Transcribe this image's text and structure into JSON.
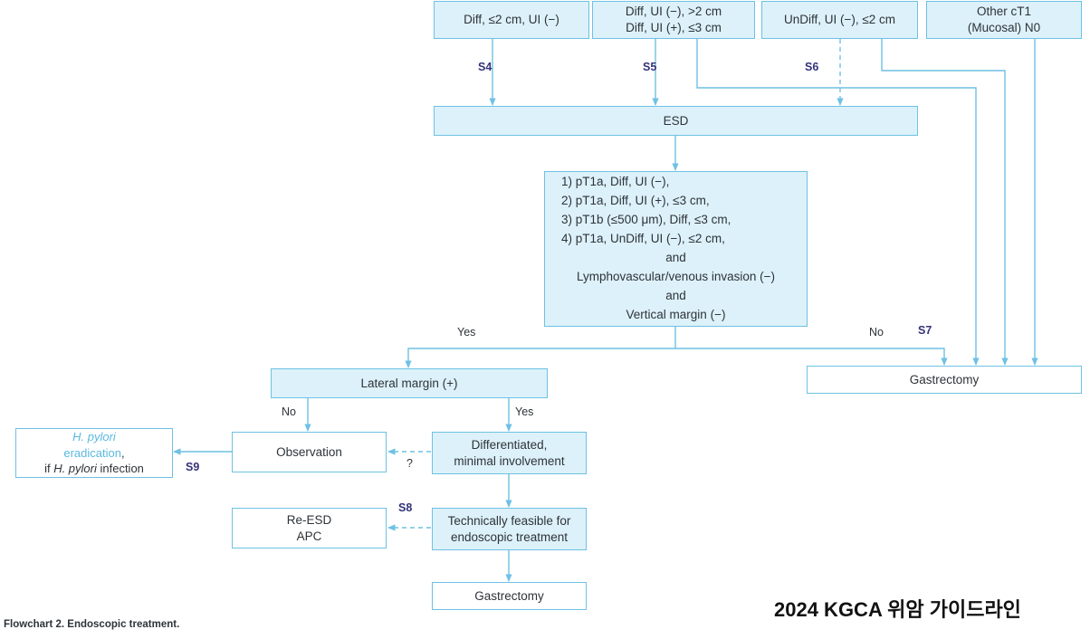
{
  "diagram": {
    "caption": "Flowchart 2. Endoscopic treatment.",
    "brand": "2024 KGCA 위암 가이드라인",
    "colors": {
      "node_fill": "#ddf1fa",
      "node_border": "#6ec1e4",
      "connector": "#6ec1e4",
      "s_label": "#33337a",
      "hpylori_accent": "#5bb9e0",
      "text": "#2e3338"
    },
    "nodes": {
      "criteria_diff_small": "Diff, ≤2 cm, UI (−)",
      "criteria_diff_large": "Diff, UI (−), >2 cm\nDiff, UI (+), ≤3 cm",
      "criteria_undiff": "UnDiff, UI (−), ≤2 cm",
      "criteria_other": "Other cT1\n(Mucosal) N0",
      "esd": "ESD",
      "pathology_line1": "1) pT1a, Diff, UI (−),",
      "pathology_line2": "2) pT1a, Diff, UI (+), ≤3 cm,",
      "pathology_line3": "3) pT1b (≤500 μm), Diff, ≤3 cm,",
      "pathology_line4": "4) pT1a, UnDiff, UI (−), ≤2 cm,",
      "pathology_and1": "and",
      "pathology_lvi": "Lymphovascular/venous invasion (−)",
      "pathology_and2": "and",
      "pathology_vm": "Vertical margin (−)",
      "lateral_margin": "Lateral margin (+)",
      "gastrectomy_right": "Gastrectomy",
      "observation": "Observation",
      "hpylori_line1": "H. pylori",
      "hpylori_line2": "eradication",
      "hpylori_comma": ",",
      "hpylori_line3_pre": "if ",
      "hpylori_line3_ital": "H. pylori",
      "hpylori_line3_post": " infection",
      "differentiated": "Differentiated,\nminimal involvement",
      "technically_feasible": "Technically feasible for\nendoscopic treatment",
      "re_esd": "Re-ESD\nAPC",
      "gastrectomy_bottom": "Gastrectomy"
    },
    "edge_labels": {
      "yes_left": "Yes",
      "no_right": "No",
      "no_lateral": "No",
      "yes_lateral": "Yes",
      "question": "?"
    },
    "statement_labels": {
      "s4": "S4",
      "s5": "S5",
      "s6": "S6",
      "s7": "S7",
      "s8": "S8",
      "s9": "S9"
    }
  }
}
